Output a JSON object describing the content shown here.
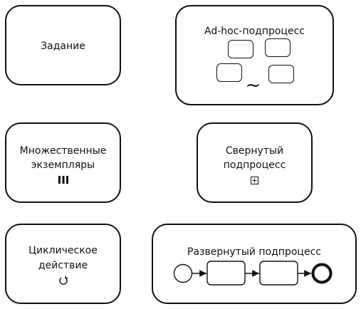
{
  "diagram": {
    "task": {
      "label": "Задание"
    },
    "adhoc": {
      "label": "Ad-hoc-подпроцесс",
      "marker_icon": "tilde-icon",
      "marker_glyph": "~"
    },
    "multi": {
      "line1": "Множественные",
      "line2": "экземпляры",
      "marker_icon": "parallel-multi-instance-icon"
    },
    "collapsed": {
      "line1": "Свернутый",
      "line2": "подпроцесс",
      "marker_icon": "plus-square-icon"
    },
    "loop": {
      "line1": "Циклическое",
      "line2": "действие",
      "marker_icon": "loop-icon"
    },
    "expanded": {
      "label": "Развернутый подпроцесс"
    }
  }
}
